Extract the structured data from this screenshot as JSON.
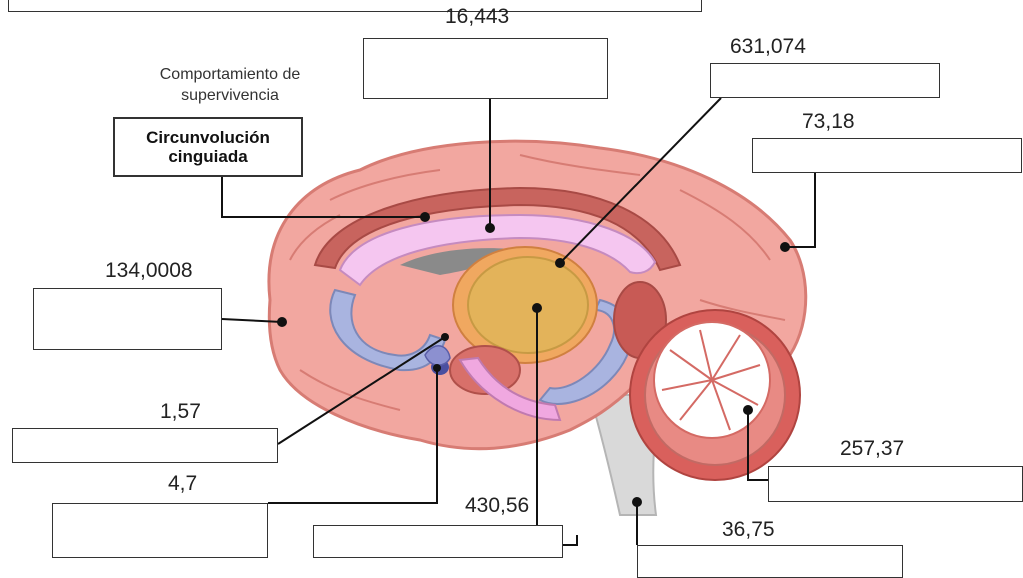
{
  "labels": {
    "top_center": "16,443",
    "upper_right": "631,074",
    "right": "73,18",
    "left": "134,0008",
    "lower_left_1": "1,57",
    "lower_left_2": "4,7",
    "bottom_center": "430,56",
    "lower_right": "257,37",
    "bottom_right": "36,75"
  },
  "cingulate": {
    "description": "Comportamiento de supervivencia",
    "name": "Circunvolución cinguiada"
  }
}
